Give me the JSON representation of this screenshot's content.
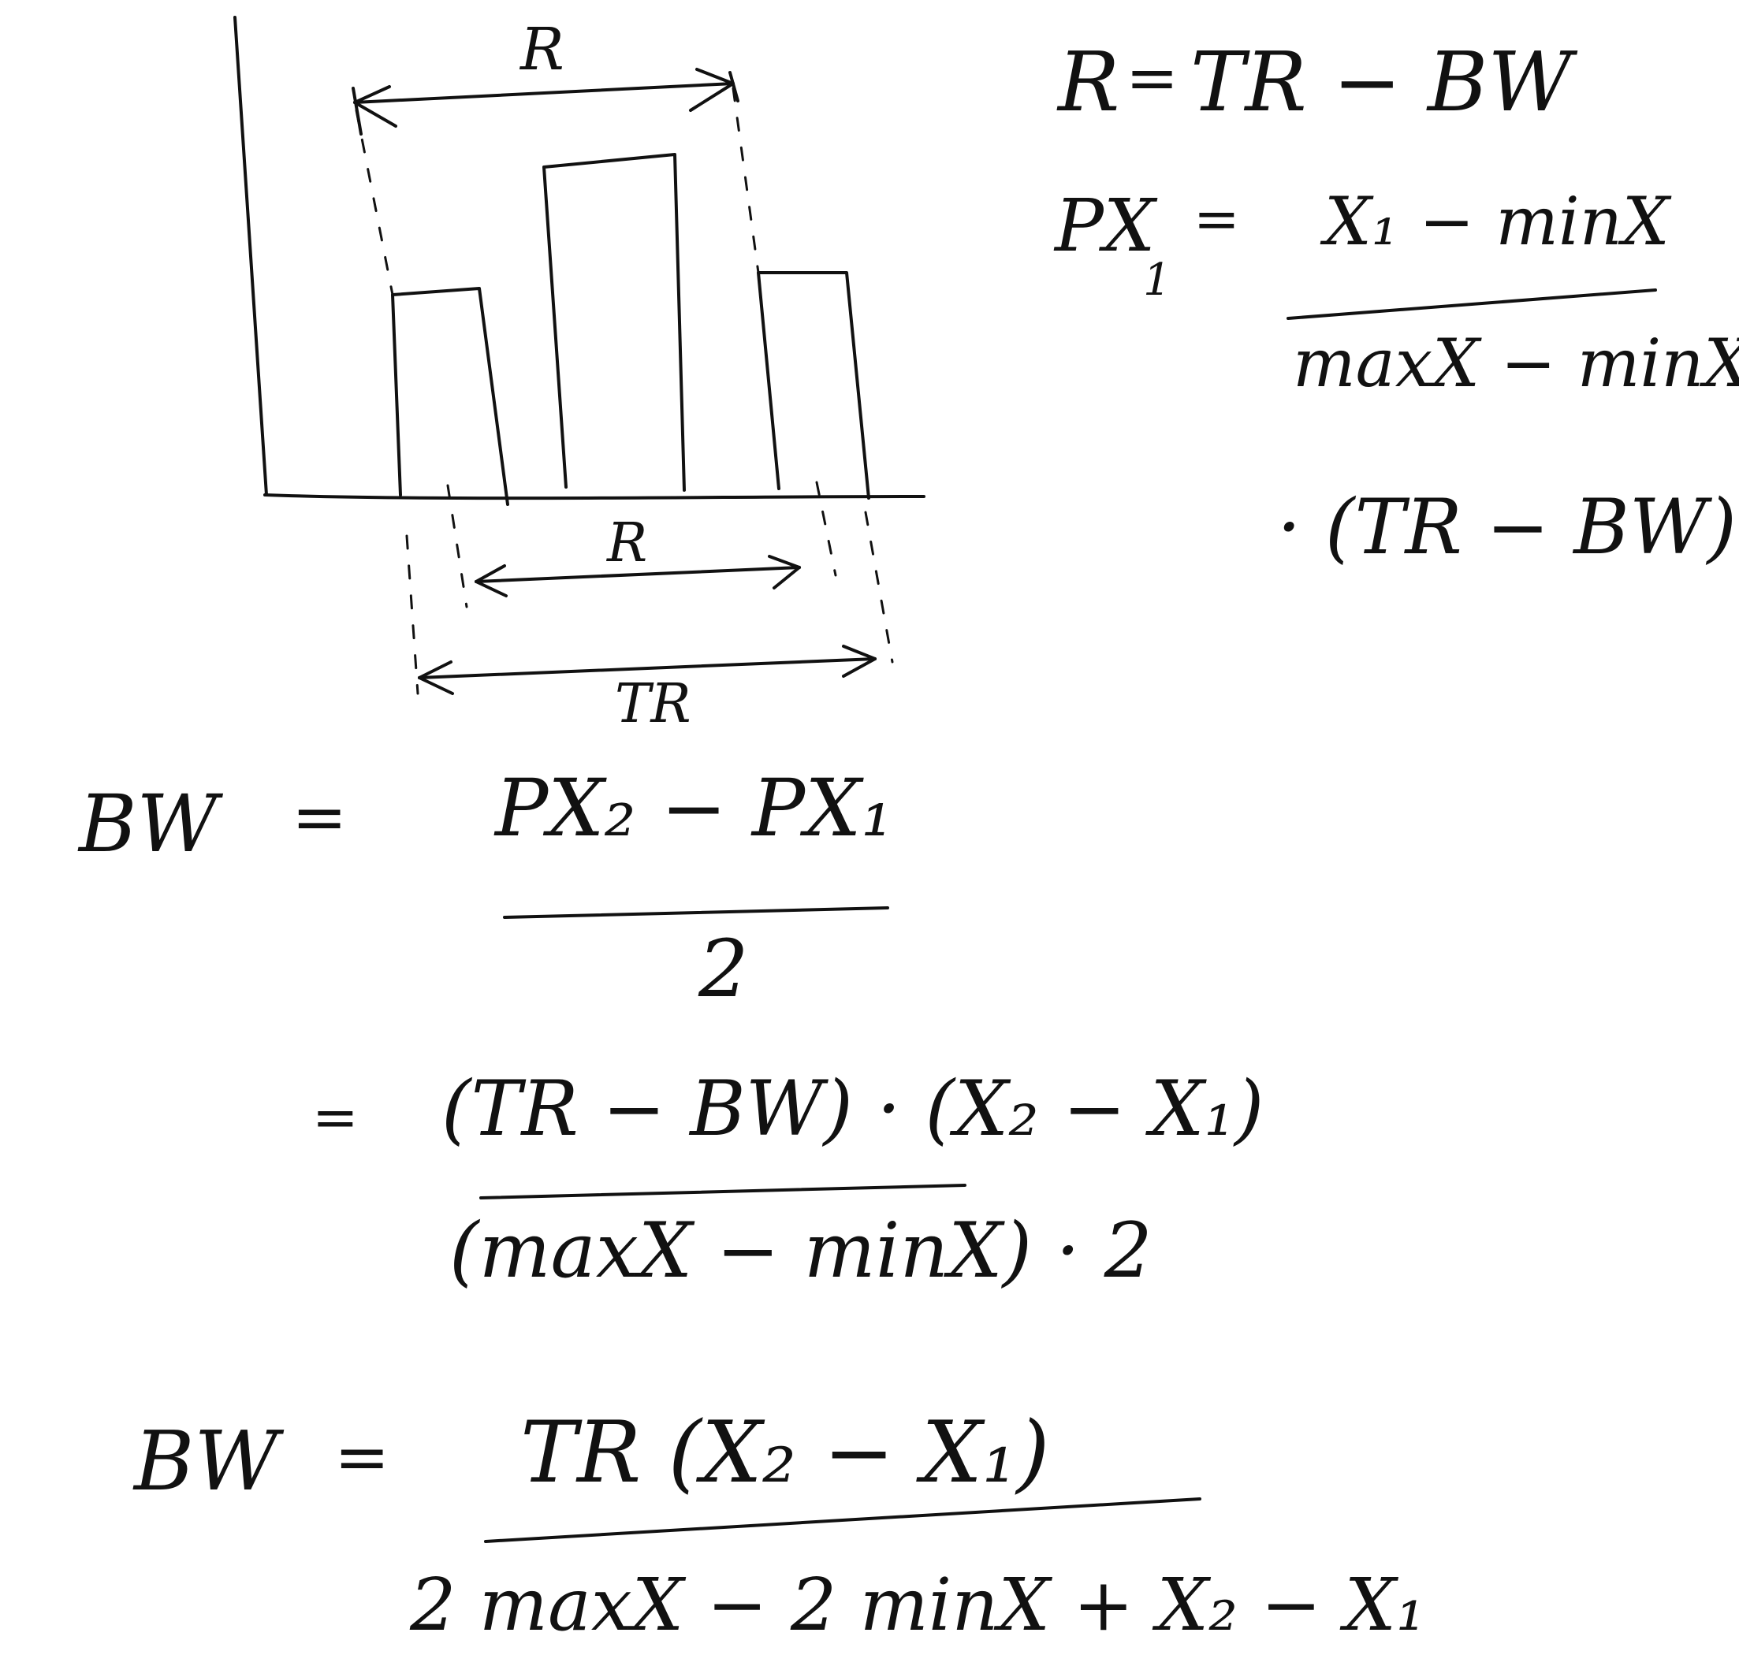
{
  "diagram": {
    "labels": {
      "range_top": "R",
      "range_bottom": "R",
      "total_range": "TR"
    }
  },
  "formulas": {
    "r_def": {
      "lhs": "R",
      "rhs": "TR − BW"
    },
    "px1": {
      "lhs": "PX",
      "lhs_sub": "1",
      "numerator": "X₁ − minX",
      "denominator": "maxX − minX",
      "multiplier": "· (TR − BW)"
    },
    "bw_mid": {
      "lhs": "BW",
      "eq": "=",
      "numerator": "PX₂ − PX₁",
      "denominator": "2"
    },
    "bw_expand": {
      "eq": "=",
      "numerator": "(TR − BW) · (X₂ − X₁)",
      "denominator": "(maxX − minX) · 2"
    },
    "bw_final": {
      "lhs": "BW",
      "eq": "=",
      "numerator": "TR (X₂ − X₁)",
      "denominator": "2 maxX − 2 minX + X₂ − X₁"
    }
  }
}
